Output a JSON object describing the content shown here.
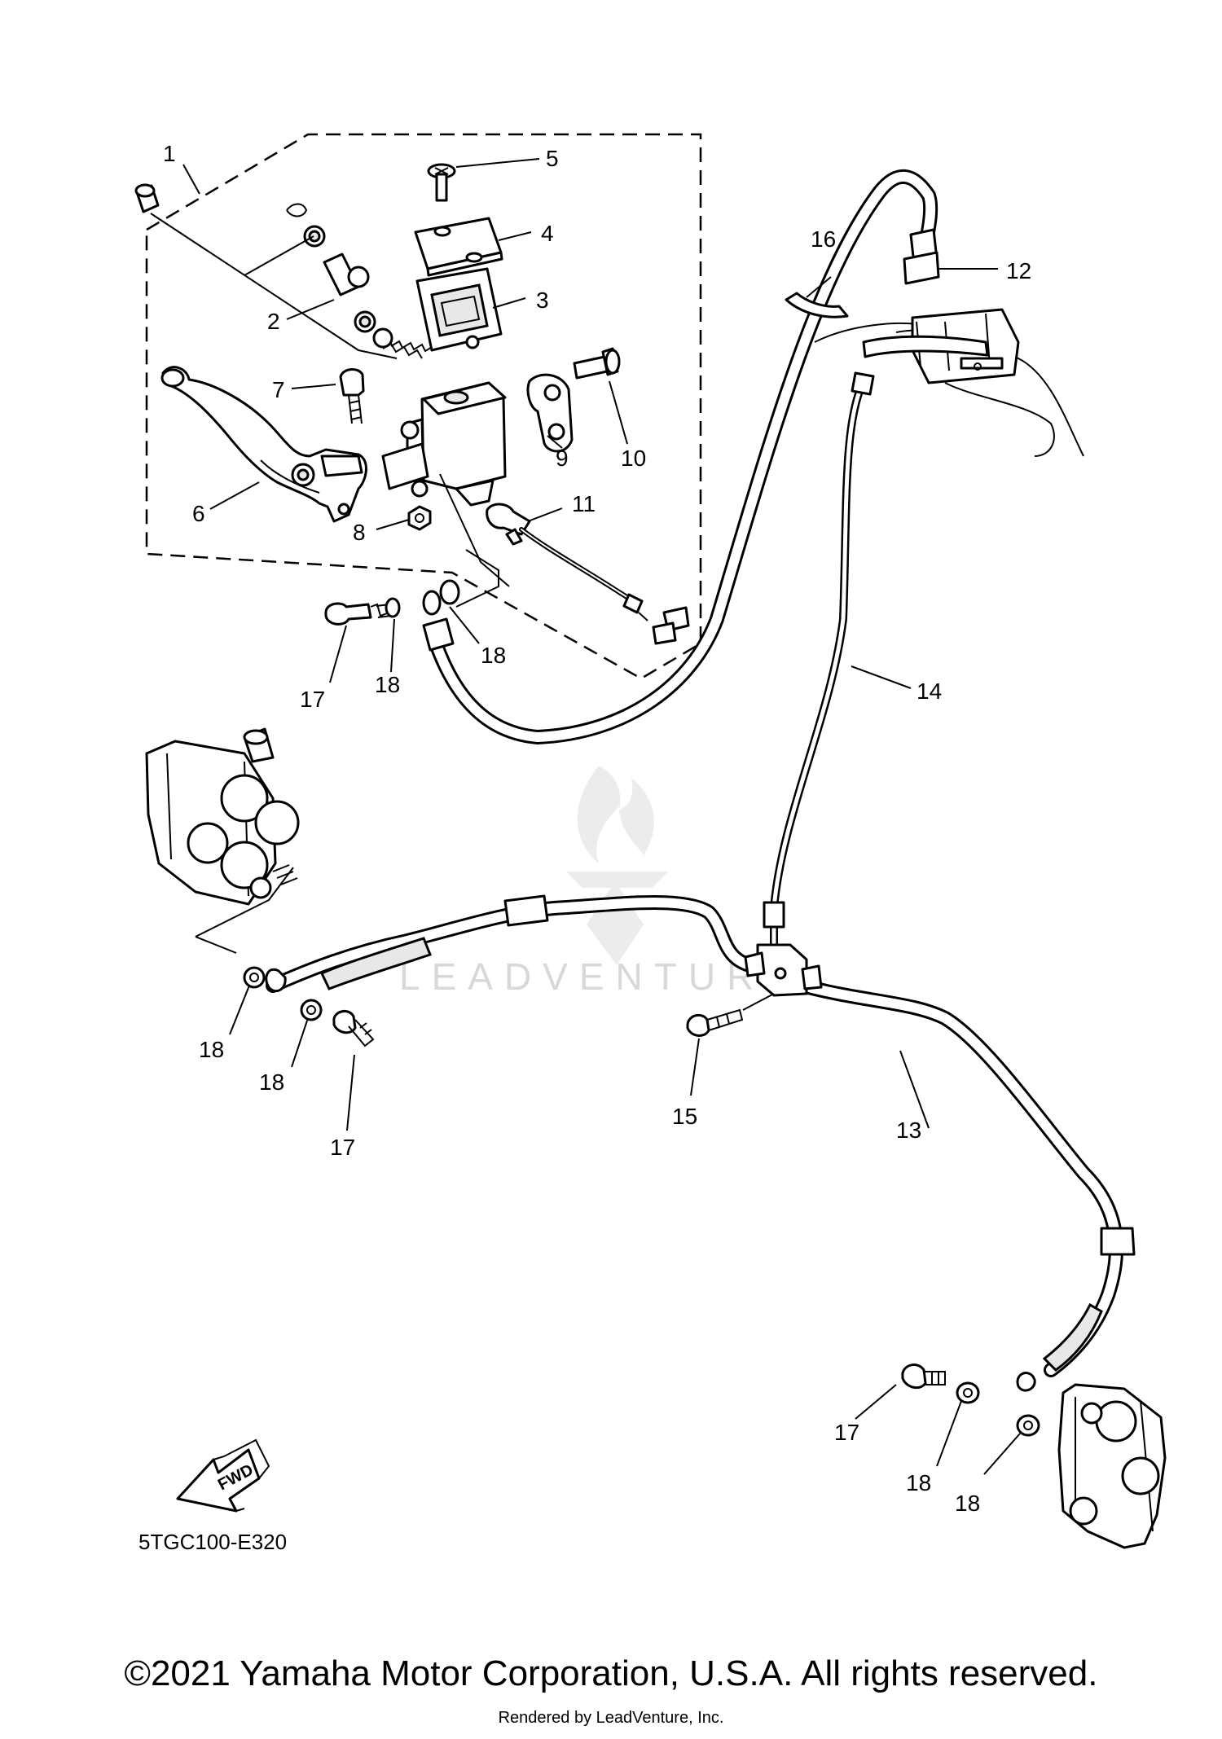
{
  "diagram": {
    "drawing_code": "5TGC100-E320",
    "direction_arrow_label": "FWD",
    "watermark": "LEADVENTURE",
    "callouts": [
      "1",
      "2",
      "3",
      "4",
      "5",
      "6",
      "7",
      "8",
      "9",
      "10",
      "11",
      "12",
      "13",
      "14",
      "15",
      "16",
      "17",
      "18"
    ]
  },
  "footer": {
    "copyright": "©2021 Yamaha Motor Corporation, U.S.A. All rights reserved.",
    "rendered_by": "Rendered by LeadVenture, Inc."
  }
}
